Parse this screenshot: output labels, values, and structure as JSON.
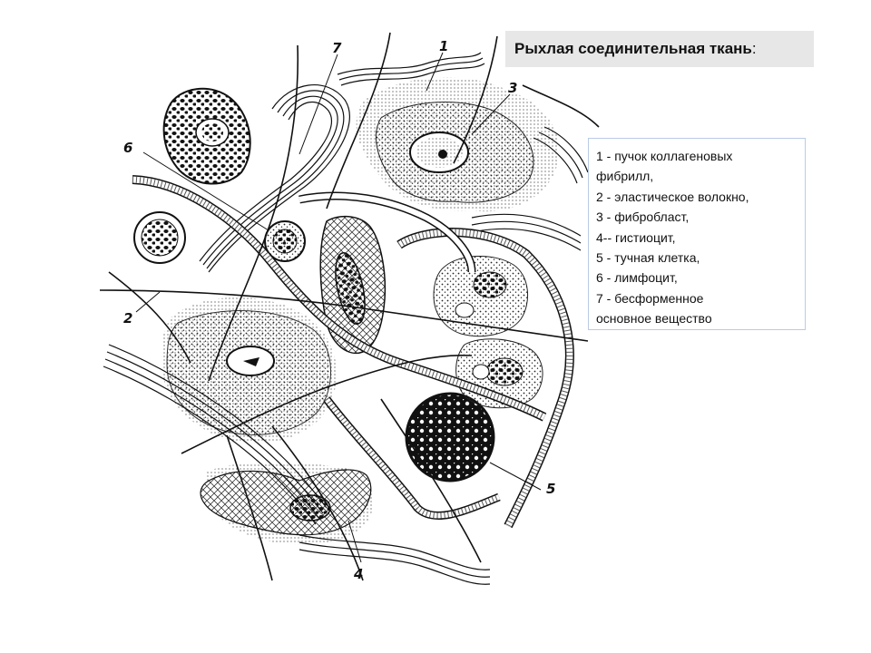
{
  "title": {
    "text": "Рыхлая соединительная ткань",
    "suffix": ":"
  },
  "legend": {
    "lines": [
      "1 - пучок коллагеновых",
      "фибрилл,",
      "2 - эластическое волокно,",
      "3 - фибробласт,",
      "4-- гистиоцит,",
      "5 - тучная клетка,",
      "6 - лимфоцит,",
      "7 - бесформенное",
      "основное вещество"
    ]
  },
  "illustration_numbers": {
    "n1": "1",
    "n2": "2",
    "n3": "3",
    "n4": "4",
    "n5": "5",
    "n6": "6",
    "n7": "7"
  },
  "colors": {
    "ink": "#111111",
    "title_bg": "#e7e7e7",
    "legend_border": "#b9cbe4"
  }
}
